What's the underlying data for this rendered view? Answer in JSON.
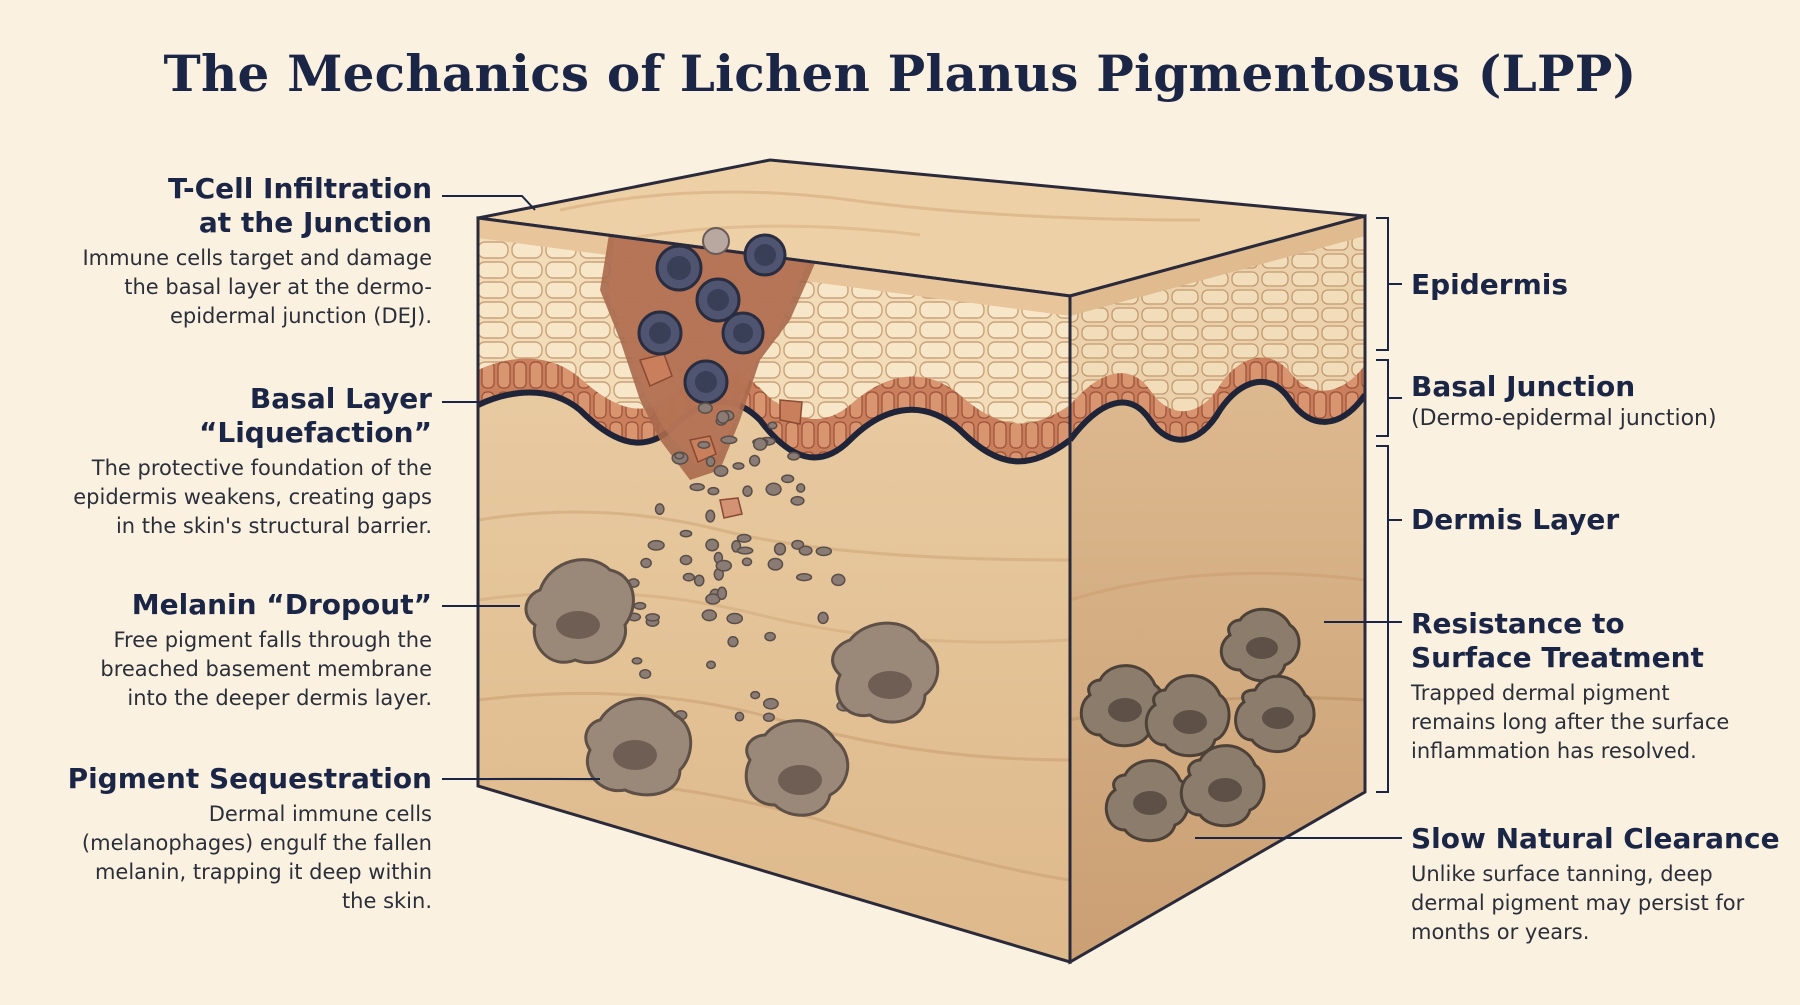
{
  "title": "The Mechanics of Lichen Planus Pigmentosus (LPP)",
  "left_callouts": [
    {
      "heading_lines": [
        "T-Cell Infiltration",
        "at the Junction"
      ],
      "body_lines": [
        "Immune cells target and damage",
        "the basal layer at the dermo-",
        "epidermal junction (DEJ)."
      ]
    },
    {
      "heading_lines": [
        "Basal Layer",
        "“Liquefaction”"
      ],
      "body_lines": [
        "The protective foundation of the",
        "epidermis weakens, creating gaps",
        "in the skin's structural barrier."
      ]
    },
    {
      "heading_lines": [
        "Melanin “Dropout”"
      ],
      "body_lines": [
        "Free pigment falls through the",
        "breached basement membrane",
        "into the deeper dermis layer."
      ]
    },
    {
      "heading_lines": [
        "Pigment Sequestration"
      ],
      "body_lines": [
        "Dermal immune cells",
        "(melanophages) engulf the fallen",
        "melanin, trapping it deep within",
        "the skin."
      ]
    }
  ],
  "right_callouts": [
    {
      "heading_lines": [
        "Epidermis"
      ],
      "body_lines": []
    },
    {
      "heading_lines": [
        "Basal Junction"
      ],
      "body_lines": [
        "(Dermo-epidermal junction)"
      ]
    },
    {
      "heading_lines": [
        "Dermis Layer"
      ],
      "body_lines": []
    },
    {
      "heading_lines": [
        "Resistance to",
        "Surface Treatment"
      ],
      "body_lines": [
        "Trapped dermal pigment",
        "remains long after the surface",
        "inflammation has resolved."
      ]
    },
    {
      "heading_lines": [
        "Slow Natural Clearance"
      ],
      "body_lines": [
        "Unlike surface tanning, deep",
        "dermal pigment may persist for",
        "months or years."
      ]
    }
  ],
  "colors": {
    "background": "#fbf1e1",
    "navy": "#1b2646",
    "dermis": "#e6c6a0",
    "epidermis": "#f0d5b0",
    "basal": "#c9805e",
    "tcell": "#5a5f7a",
    "melanophage": "#8a7a6a"
  }
}
